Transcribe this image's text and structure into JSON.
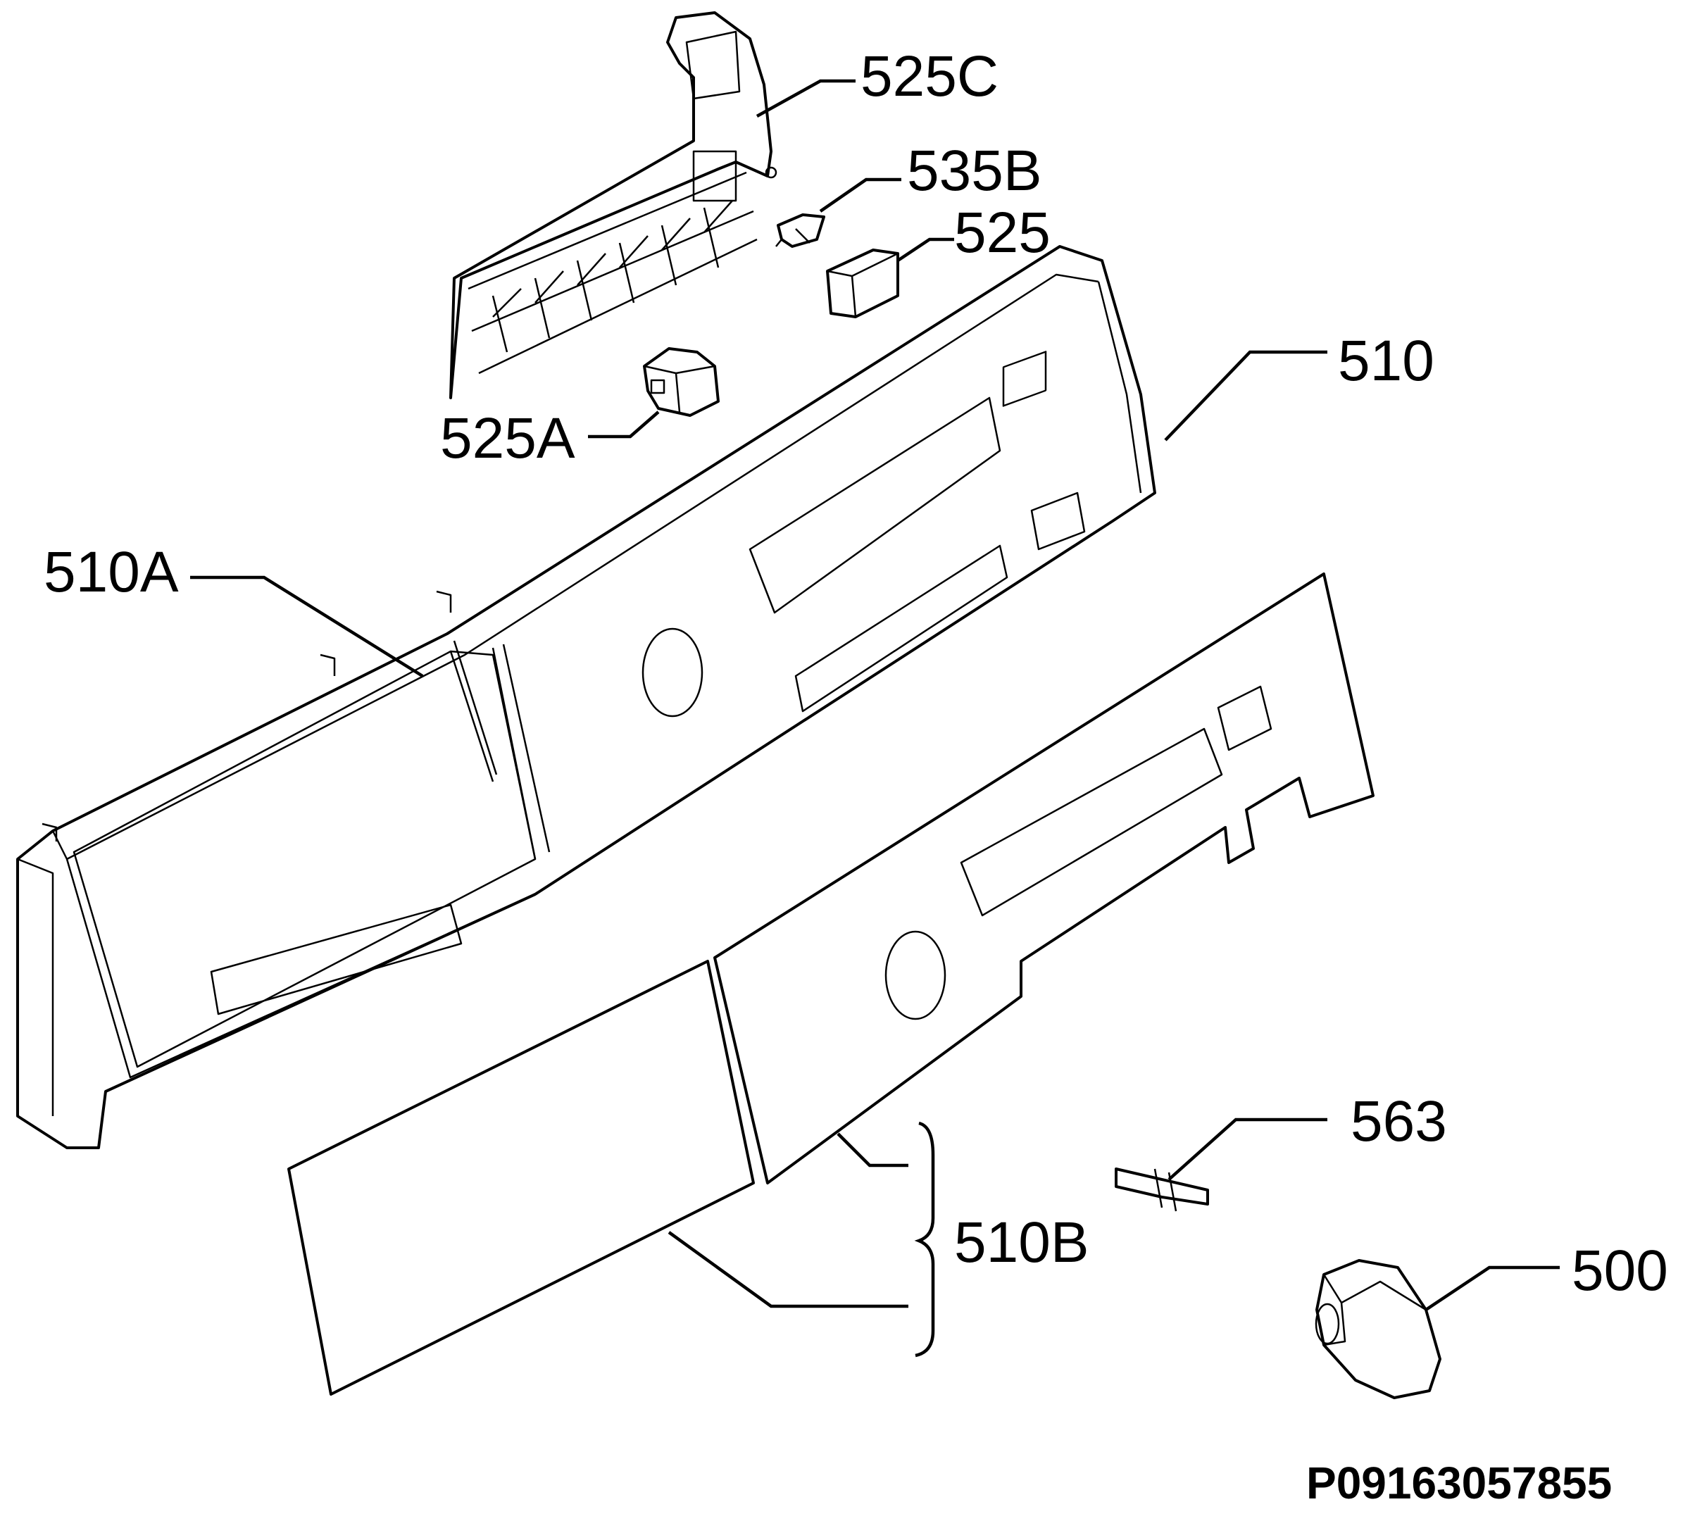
{
  "callouts": {
    "c525C": "525C",
    "c535B": "535B",
    "c525": "525",
    "c510": "510",
    "c525A": "525A",
    "c510A": "510A",
    "c563": "563",
    "c510B": "510B",
    "c500": "500"
  },
  "document_number": "P09163057855",
  "colors": {
    "line": "#000000",
    "background": "#ffffff"
  }
}
